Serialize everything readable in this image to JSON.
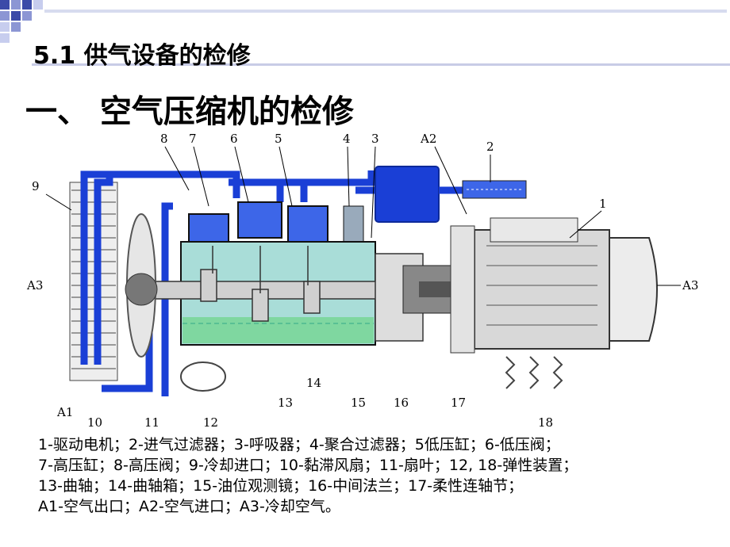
{
  "section_title": "5.1  供气设备的检修",
  "heading": "一、 空气压缩机的检修",
  "diagram": {
    "callouts": [
      "8",
      "7",
      "6",
      "5",
      "4",
      "3",
      "A2",
      "2",
      "9",
      "1",
      "A3",
      "A3",
      "A1",
      "10",
      "11",
      "12",
      "13",
      "14",
      "15",
      "16",
      "17",
      "18"
    ]
  },
  "legend": [
    "1-驱动电机；2-进气过滤器；3-呼吸器；4-聚合过滤器；5低压缸；6-低压阀；",
    "7-高压缸；8-高压阀；9-冷却进口；10-黏滞风扇；11-扇叶；12, 18-弹性装置；",
    "13-曲轴；14-曲轴箱；15-油位观测镜；16-中间法兰；17-柔性连轴节；",
    "A1-空气出口；A2-空气进口；A3-冷却空气。"
  ],
  "colors": {
    "pipe_blue": "#1a3fd6",
    "crankcase": "#a9ddd8",
    "oil": "#7fd7a0",
    "motor": "#d8d8d8"
  }
}
